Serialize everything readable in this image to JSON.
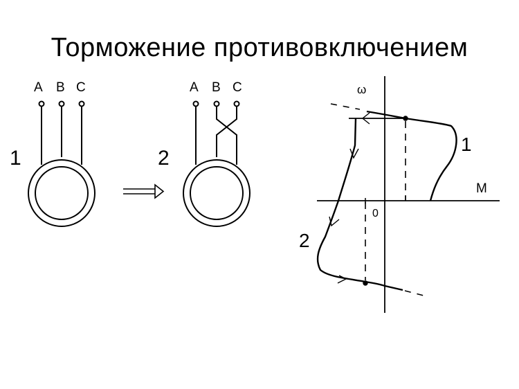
{
  "title": "Торможение противовключением",
  "diagram1": {
    "number": "1",
    "phases": [
      "A",
      "B",
      "C"
    ],
    "connection": "direct"
  },
  "transition_arrow": "double-arrow-right",
  "diagram2": {
    "number": "2",
    "phases": [
      "A",
      "B",
      "C"
    ],
    "connection": "B and C swapped"
  },
  "graph": {
    "y_axis_label": "ω",
    "x_axis_label": "M",
    "origin_label": "0",
    "curve1_label": "1",
    "curve2_label": "2"
  },
  "colors": {
    "background": "#ffffff",
    "ink": "#000000"
  }
}
